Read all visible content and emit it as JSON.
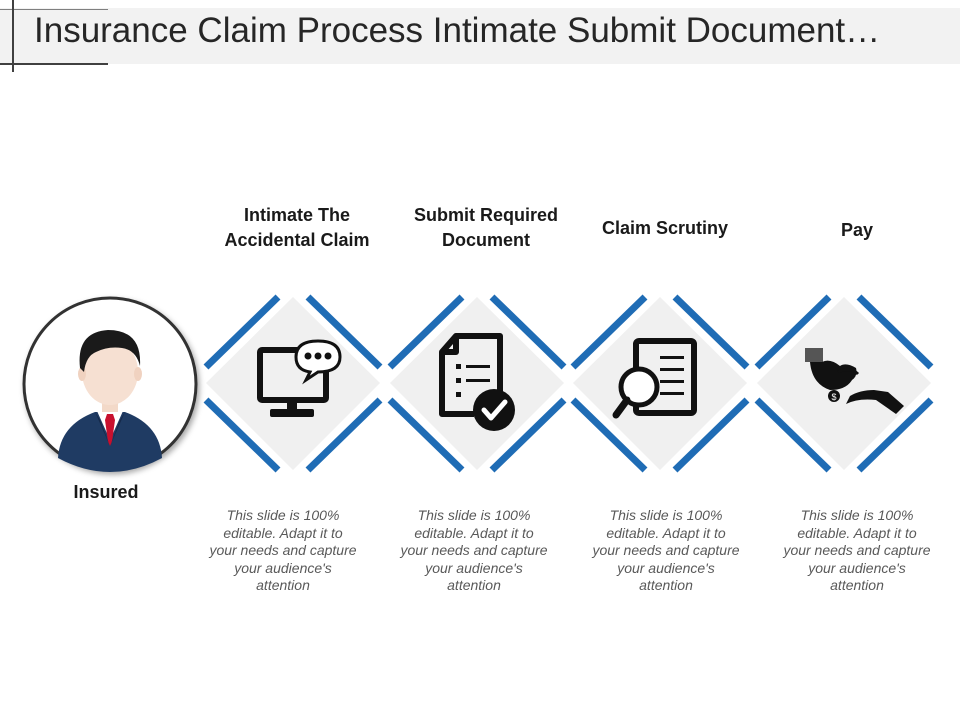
{
  "title": "Insurance Claim Process Intimate Submit Document…",
  "insured_label": "Insured",
  "accent_color": "#1f6cb5",
  "steps": [
    {
      "label": "Intimate The Accidental Claim",
      "icon": "computer-chat-icon",
      "desc": "This slide is 100% editable. Adapt it to your needs and capture your audience's attention"
    },
    {
      "label": "Submit Required Document",
      "icon": "document-check-icon",
      "desc": "This slide is 100% editable. Adapt it to your needs and capture your audience's attention"
    },
    {
      "label": "Claim Scrutiny",
      "icon": "magnifier-document-icon",
      "desc": "This slide is 100% editable. Adapt it to your needs and capture your audience's attention"
    },
    {
      "label": "Pay",
      "icon": "hand-payment-icon",
      "desc": "This slide is 100% editable. Adapt it to your needs and capture your audience's attention"
    }
  ]
}
